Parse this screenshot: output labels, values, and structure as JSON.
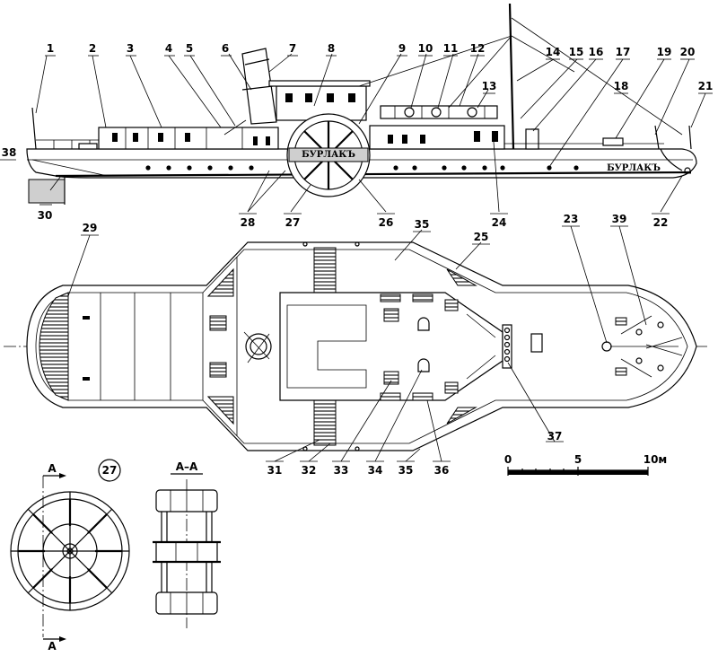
{
  "figure": {
    "ship_name": "БУРЛАКЪ",
    "section_label": "A–A",
    "section_letter": "A",
    "detail_marker": "27",
    "scale_bar": {
      "labels": [
        "0",
        "5",
        "10м"
      ]
    },
    "callouts": [
      "1",
      "2",
      "3",
      "4",
      "5",
      "6",
      "7",
      "8",
      "9",
      "10",
      "11",
      "12",
      "13",
      "14",
      "15",
      "16",
      "17",
      "18",
      "19",
      "20",
      "21",
      "22",
      "23",
      "24",
      "25",
      "26",
      "27",
      "28",
      "29",
      "30",
      "31",
      "32",
      "33",
      "34",
      "35",
      "36",
      "37",
      "38",
      "39",
      "35"
    ]
  }
}
